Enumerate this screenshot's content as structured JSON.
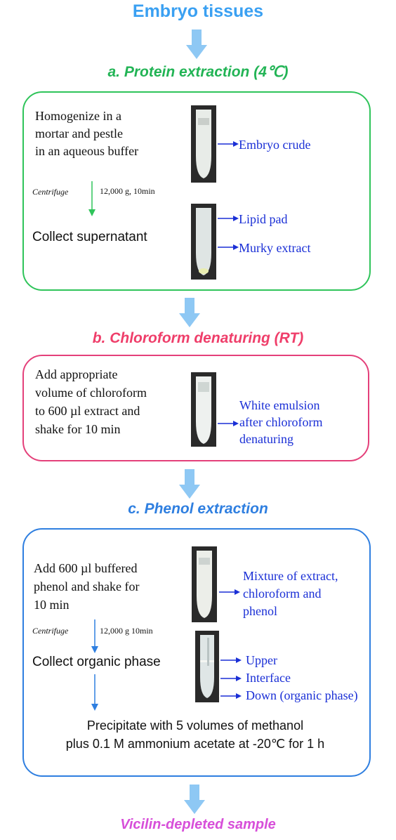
{
  "title": "Embryo tissues",
  "colors": {
    "arrow_fill": "#8ec8f4",
    "green": "#2fc45a",
    "pink": "#e4407a",
    "blue_box": "#2f7fe0",
    "label_blue": "#1a2fd6",
    "final_magenta": "#d74fd9"
  },
  "section_a": {
    "heading": "a. Protein extraction (4℃)",
    "step1": [
      "Homogenize in a",
      "mortar and pestle",
      "in an aqueous buffer"
    ],
    "centrifuge_label": "Centrifuge",
    "centrifuge_params": "12,000 g, 10min",
    "step2": "Collect supernatant",
    "tube1_label": "Embryo crude",
    "tube2_labels": [
      "Lipid pad",
      "Murky extract"
    ]
  },
  "section_b": {
    "heading": "b. Chloroform denaturing (RT)",
    "step": [
      "Add appropriate",
      "volume of chloroform",
      "to 600 µl extract and",
      "shake for 10 min"
    ],
    "tube_label": [
      "White emulsion",
      "after chloroform",
      "denaturing"
    ]
  },
  "section_c": {
    "heading": "c. Phenol extraction",
    "step1": [
      "Add 600 µl buffered",
      "phenol and shake for",
      "10 min"
    ],
    "centrifuge_label": "Centrifuge",
    "centrifuge_params": "12,000 g 10min",
    "step2": "Collect organic phase",
    "tube1_label": [
      "Mixture of extract,",
      "chloroform and",
      "phenol"
    ],
    "tube2_labels": [
      "Upper",
      "Interface",
      "Down (organic phase)"
    ],
    "step3": [
      "Precipitate with 5 volumes of methanol",
      "plus 0.1 M ammonium acetate at -20℃ for 1 h"
    ]
  },
  "final": "Vicilin-depleted sample"
}
